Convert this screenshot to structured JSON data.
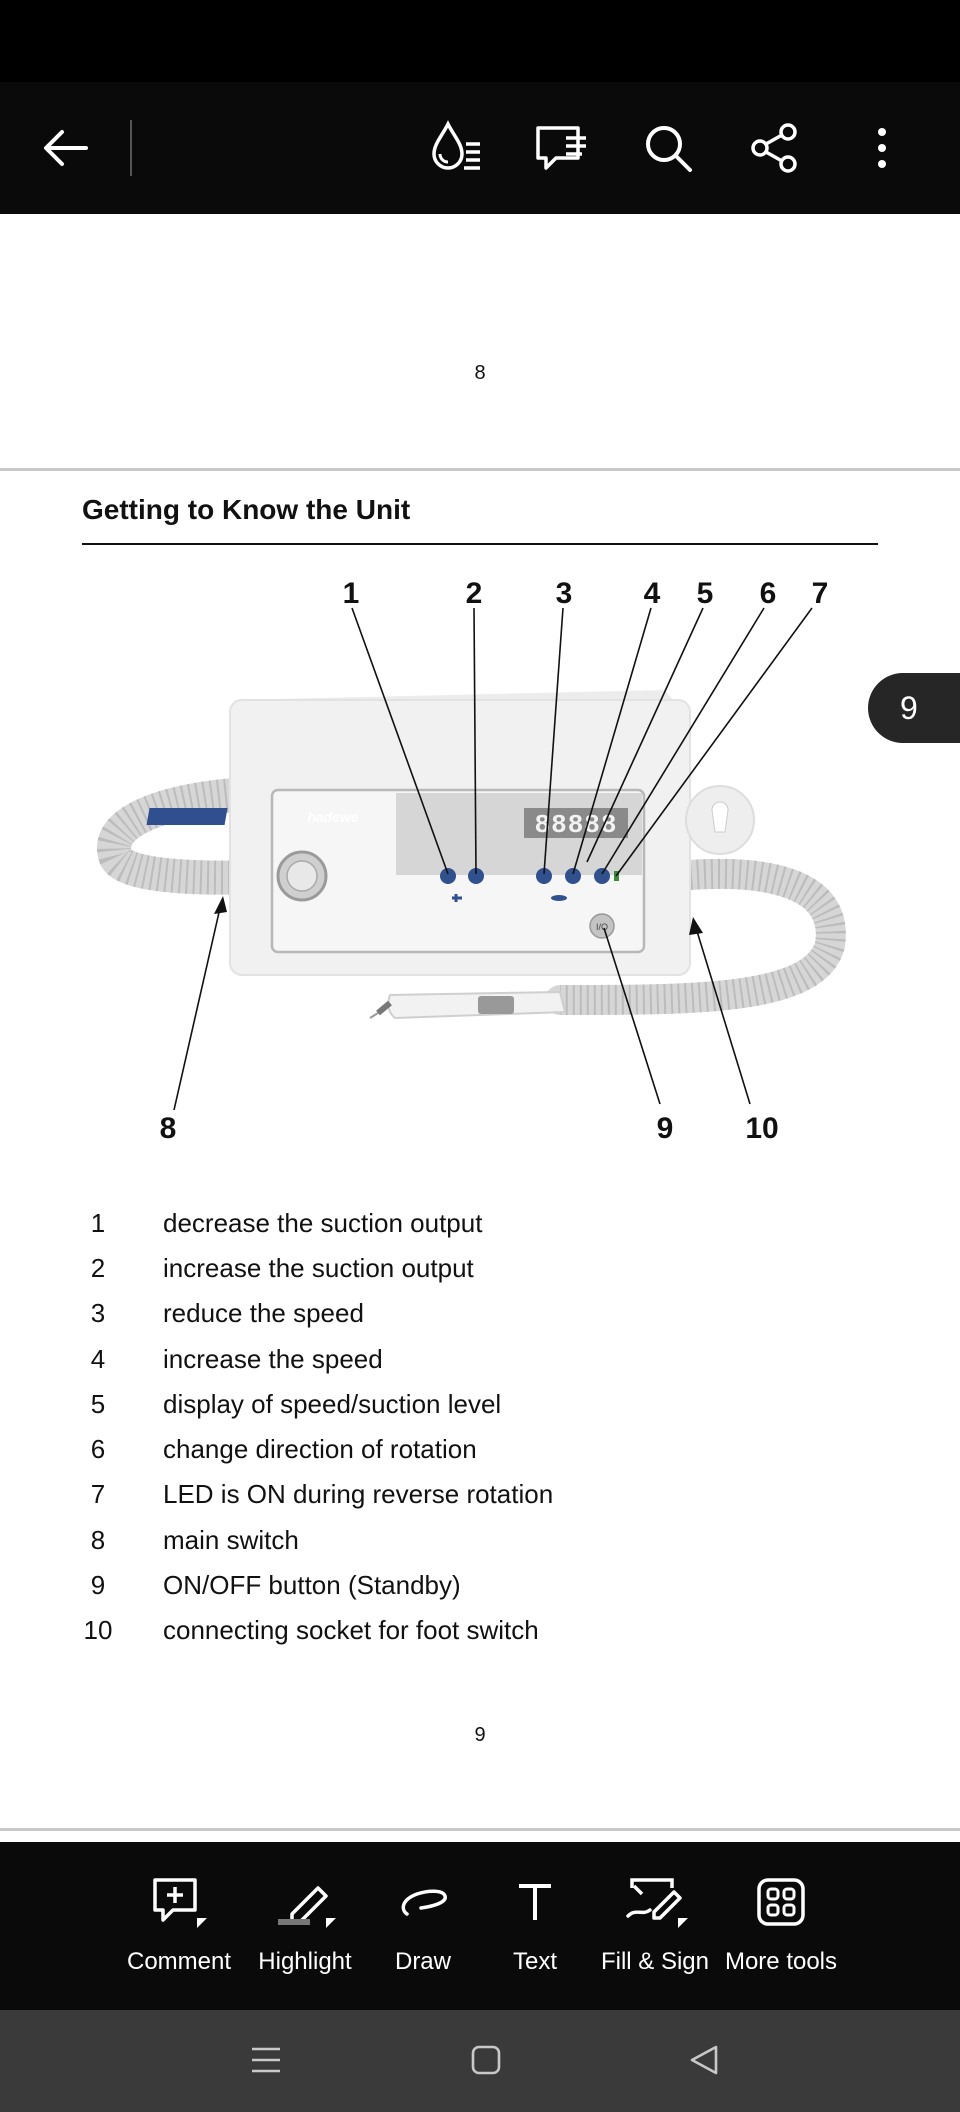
{
  "toolbar": {
    "back": "back-arrow-icon",
    "icons": [
      "read-mode-icon",
      "comments-icon",
      "search-icon",
      "share-icon",
      "more-icon"
    ]
  },
  "document": {
    "page8_number": "8",
    "heading": "Getting to Know the Unit",
    "page_badge": "9",
    "page9_number": "9",
    "figure": {
      "brand_logo": "hadewe",
      "display": "88888",
      "button_label": "I/O",
      "callouts": [
        "1",
        "2",
        "3",
        "4",
        "5",
        "6",
        "7",
        "8",
        "9",
        "10"
      ]
    },
    "legend": [
      {
        "num": "1",
        "text": "decrease the suction output"
      },
      {
        "num": "2",
        "text": "increase the suction output"
      },
      {
        "num": "3",
        "text": "reduce the speed"
      },
      {
        "num": "4",
        "text": "increase the speed"
      },
      {
        "num": "5",
        "text": "display of speed/suction level"
      },
      {
        "num": "6",
        "text": "change direction of rotation"
      },
      {
        "num": "7",
        "text": "LED is ON during reverse rotation"
      },
      {
        "num": "8",
        "text": "main switch"
      },
      {
        "num": "9",
        "text": "ON/OFF button (Standby)"
      },
      {
        "num": "10",
        "text": "connecting socket for foot switch"
      }
    ]
  },
  "bottom_tools": [
    {
      "label": "Comment",
      "icon": "comment-add-icon"
    },
    {
      "label": "Highlight",
      "icon": "highlight-icon"
    },
    {
      "label": "Draw",
      "icon": "draw-icon"
    },
    {
      "label": "Text",
      "icon": "text-icon"
    },
    {
      "label": "Fill & Sign",
      "icon": "fill-sign-icon"
    },
    {
      "label": "More tools",
      "icon": "more-tools-icon"
    }
  ],
  "system_nav": [
    "recents-icon",
    "home-icon",
    "back-icon"
  ],
  "colors": {
    "bar": "#0a0a0a",
    "nav": "#3a3a3a",
    "badge": "#262626"
  }
}
